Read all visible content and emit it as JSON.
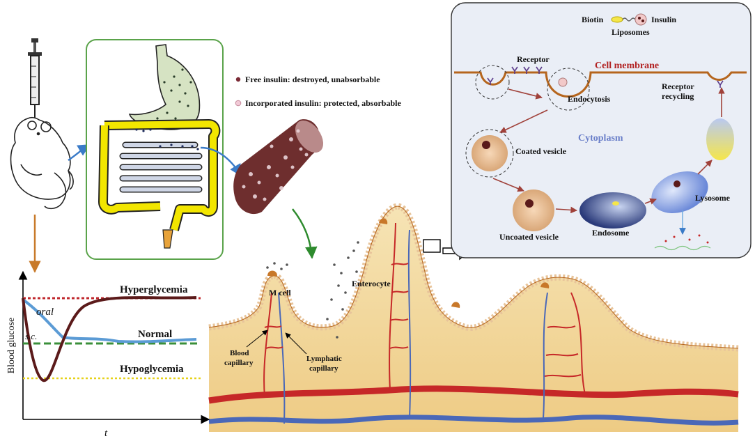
{
  "legend": {
    "free_insulin": "Free insulin: destroyed, unabsorbable",
    "incorporated_insulin": "Incorporated insulin: protected, absorbable"
  },
  "cell_inset": {
    "biotin": "Biotin",
    "insulin": "Insulin",
    "liposomes": "Liposomes",
    "receptor": "Receptor",
    "cell_membrane": "Cell membrane",
    "endocytosis": "Endocytosis",
    "receptor_recycling_1": "Receptor",
    "receptor_recycling_2": "recycling",
    "cytoplasm": "Cytoplasm",
    "coated_vesicle": "Coated vesicle",
    "uncoated_vesicle": "Uncoated vesicle",
    "endosome": "Endosome",
    "lysosome": "Lysosome"
  },
  "villi": {
    "m_cell": "M cell",
    "enterocyte": "Enterocyte",
    "blood_capillary_1": "Blood",
    "blood_capillary_2": "capillary",
    "lymphatic_capillary_1": "Lymphatic",
    "lymphatic_capillary_2": "capillary"
  },
  "chart_data": {
    "type": "line",
    "title": "",
    "xlabel": "t",
    "ylabel": "Blood glucose",
    "reference_lines": [
      {
        "label": "Hyperglycemia",
        "color": "#c0282d"
      },
      {
        "label": "Normal",
        "color": "#3a8f3a"
      },
      {
        "label": "Hypoglycemia",
        "color": "#e6d21a"
      }
    ],
    "series": [
      {
        "name": "oral",
        "color": "#5b1a1a"
      },
      {
        "name": "s.c.",
        "color": "#5b9bd5"
      }
    ]
  },
  "colors": {
    "tissue": "#f3d9a0",
    "blood": "#c62828",
    "lymph": "#4a68b8",
    "gut_yellow": "#f2e600",
    "inset_bg": "#e9eef6",
    "membrane": "#b5651d",
    "cytoplasm_text": "#6a7fc9",
    "membrane_text": "#b22222"
  }
}
